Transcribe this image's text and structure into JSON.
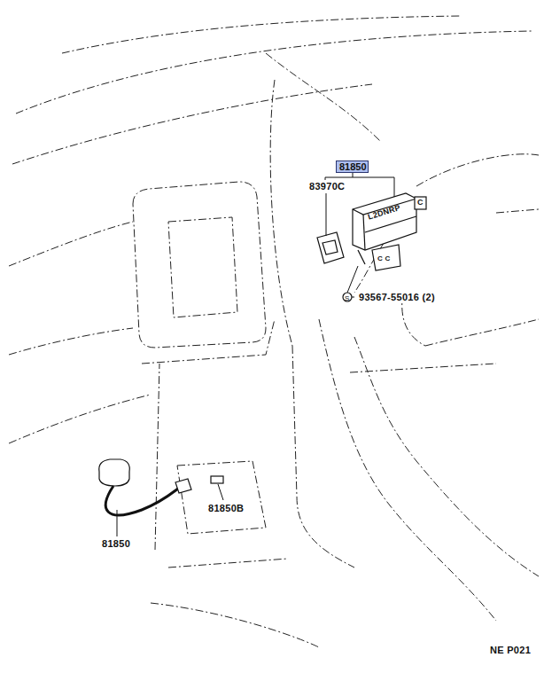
{
  "diagram": {
    "nodes": [
      {
        "text": [
          "81850"
        ]
      }
    ],
    "labels": [
      "83970C",
      "L2DNRP",
      "C",
      "C C",
      "93567-55016 (2)",
      "81850",
      "81850B",
      "NE P021"
    ]
  }
}
